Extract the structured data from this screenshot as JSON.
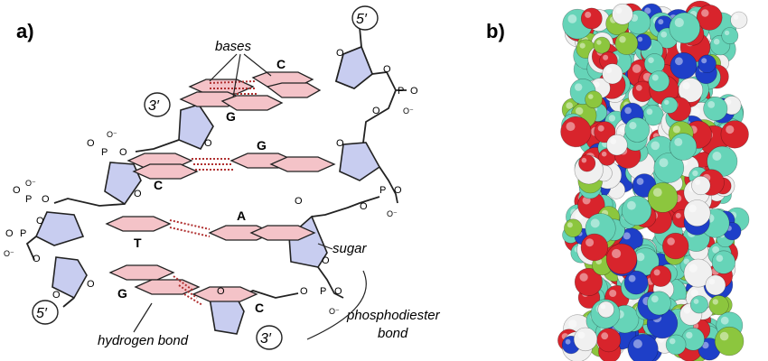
{
  "panels": {
    "a": "a)",
    "b": "b)"
  },
  "labels": {
    "bases": "bases",
    "sugar": "sugar",
    "hydrogen_bond": "hydrogen bond",
    "phosphodiester_line1": "phosphodiester",
    "phosphodiester_line2": "bond",
    "five_prime_top": "5′",
    "five_prime_bottom": "5′",
    "three_prime_top": "3′",
    "three_prime_bottom": "3′"
  },
  "bases": {
    "pair1_left": "C",
    "pair1_right": "G",
    "pair2_left": "G",
    "pair2_right": "C",
    "pair3_left": "T",
    "pair3_right": "A",
    "pair4_left": "G",
    "pair4_right": "C"
  },
  "atoms": {
    "O": "O",
    "P": "P",
    "O_minus": "O⁻"
  },
  "space_fill_colors": {
    "carbon": "#66d4b8",
    "oxygen": "#d8242c",
    "nitrogen": "#1e3fc8",
    "phosphorus": "#8cc63e",
    "hydrogen": "#f0f0f0"
  }
}
